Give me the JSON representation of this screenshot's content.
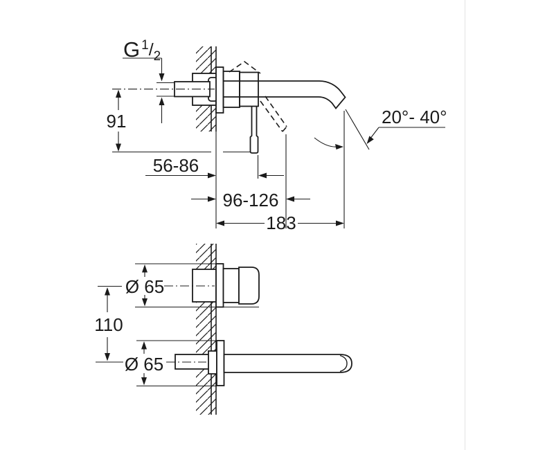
{
  "diagram": {
    "type": "technical-drawing",
    "product": "wall-mounted two-hole basin mixer installation dimensions",
    "colors": {
      "line": "#1b1b1b",
      "background": "#ffffff",
      "divider": "#e3e3e3"
    },
    "side_view": {
      "thread_label": {
        "g": "G",
        "numerator": "1",
        "slash": "/",
        "denominator": "2"
      },
      "dim_center_to_handle_bottom": "91",
      "dim_wall_to_handle_closed": "56-86",
      "dim_wall_to_handle_open": "96-126",
      "dim_spout_projection": "183",
      "dim_spout_angle": "20°- 40°"
    },
    "front_view": {
      "dim_handle_escutcheon_diameter": "Ø 65",
      "dim_spout_escutcheon_diameter": "Ø 65",
      "dim_vertical_center_distance": "110"
    }
  }
}
